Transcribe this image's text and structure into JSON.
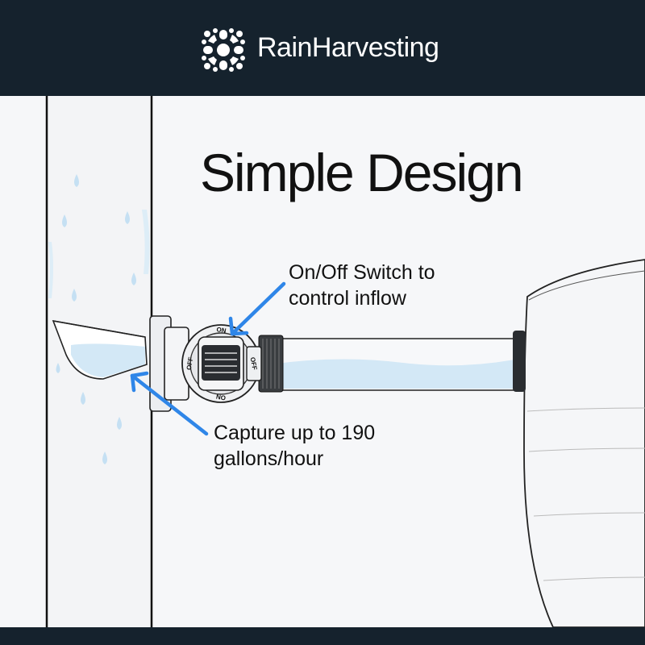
{
  "brand": {
    "name": "RainHarvesting",
    "logo_icon": "radio-canada-gem-icon"
  },
  "headline": "Simple Design",
  "callouts": {
    "switch_line1": "On/Off Switch to",
    "switch_line2": "control inflow",
    "capture_line1": "Capture up to 190",
    "capture_line2": "gallons/hour"
  },
  "valve_labels": {
    "on": "ON",
    "off": "OFF"
  },
  "colors": {
    "header_bg": "#15222d",
    "arrow_blue": "#2f86e8",
    "water_blue": "#cfe6f5",
    "raindrop_blue": "#c5e0f3"
  }
}
